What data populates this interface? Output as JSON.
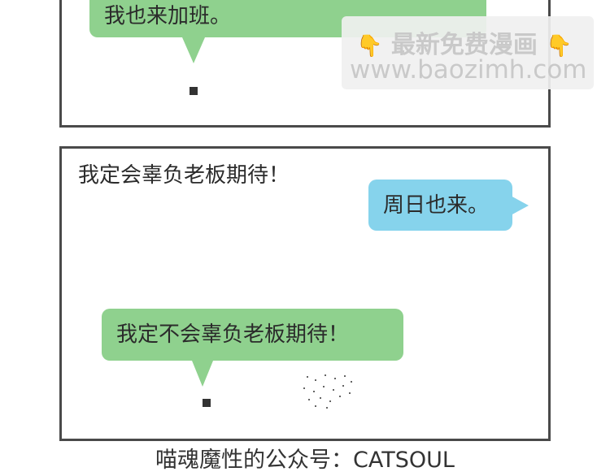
{
  "panel_top": {
    "bubble_text": "我也来加班。"
  },
  "watermark": {
    "icon": "pointing-down-hand-icon",
    "line1": "最新免费漫画",
    "line2": "www.baozimh.com"
  },
  "panel_bottom": {
    "caption": "我定会辜负老板期待！",
    "blue_bubble_text": "周日也来。",
    "green_bubble_text": "我定不会辜负老板期待！"
  },
  "footer": {
    "text": "喵魂魔性的公众号：CATSOUL"
  },
  "colors": {
    "green_bubble": "#8fd18e",
    "blue_bubble": "#86d3ec",
    "border": "#4a4a4a"
  }
}
